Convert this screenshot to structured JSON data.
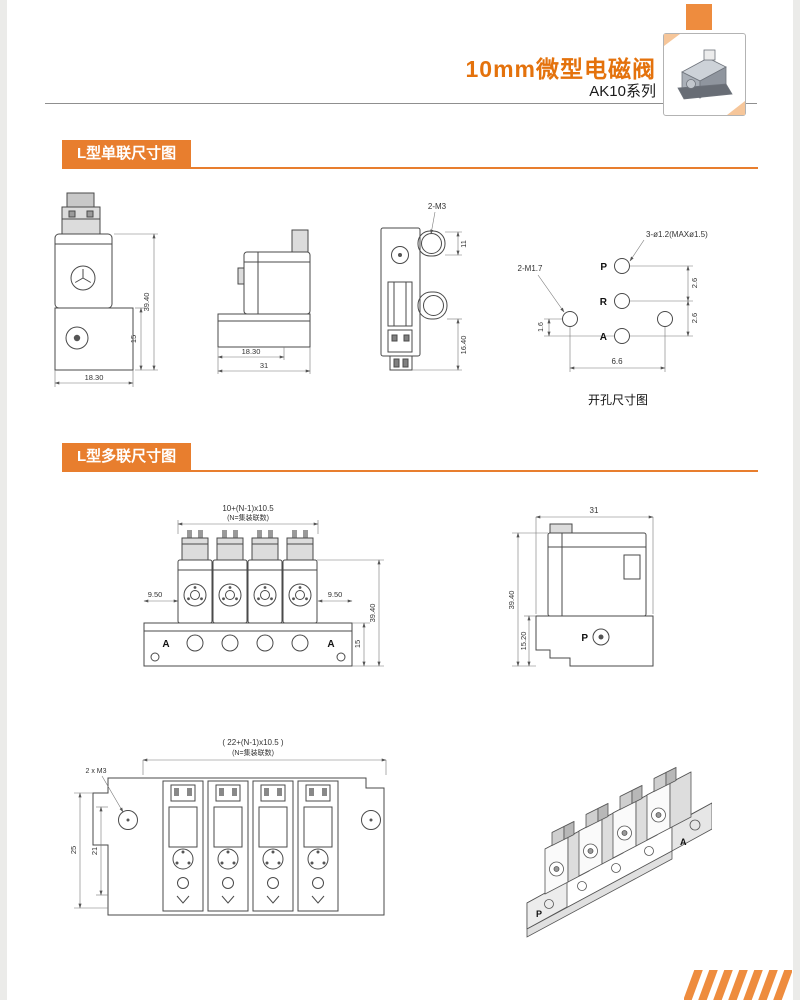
{
  "header": {
    "title": "10mm微型电磁阀",
    "series": "AK10系列"
  },
  "section_single": {
    "badge": "L型单联尺寸图"
  },
  "section_multi": {
    "badge": "L型多联尺寸图"
  },
  "single_front": {
    "dim_total_height": "39.40",
    "dim_base_height": "15",
    "dim_width": "18.30"
  },
  "single_side": {
    "dim_body_width": "18.30",
    "dim_total_width": "31"
  },
  "single_face": {
    "label_holes": "2-M3",
    "dim_inner": "11",
    "dim_height": "16.40"
  },
  "hole_pattern": {
    "label_ports": "3-ø1.2(MAXø1.5)",
    "label_screws": "2-M1.7",
    "port_p": "P",
    "port_r": "R",
    "port_a": "A",
    "dim_pr": "2.6",
    "dim_ra": "2.6",
    "dim_offset": "1.6",
    "dim_span": "6.6",
    "caption": "开孔尺寸图"
  },
  "multi_front": {
    "dim_pitch": "10+(N-1)x10.5",
    "pitch_note": "(N=集装联数)",
    "dim_left": "9.50",
    "dim_right": "9.50",
    "dim_height": "39.40",
    "dim_base": "15",
    "port_a_left": "A",
    "port_a_right": "A"
  },
  "multi_side": {
    "dim_width": "31",
    "dim_height": "39.40",
    "dim_base": "15.20",
    "port_p": "P"
  },
  "multi_bottom": {
    "dim_length": "( 22+(N-1)x10.5 )",
    "length_note": "(N=集装联数)",
    "label_holes": "2 x M3",
    "dim_height": "25",
    "dim_inner": "21"
  },
  "iso_view": {
    "port_a": "A",
    "port_p": "P"
  }
}
